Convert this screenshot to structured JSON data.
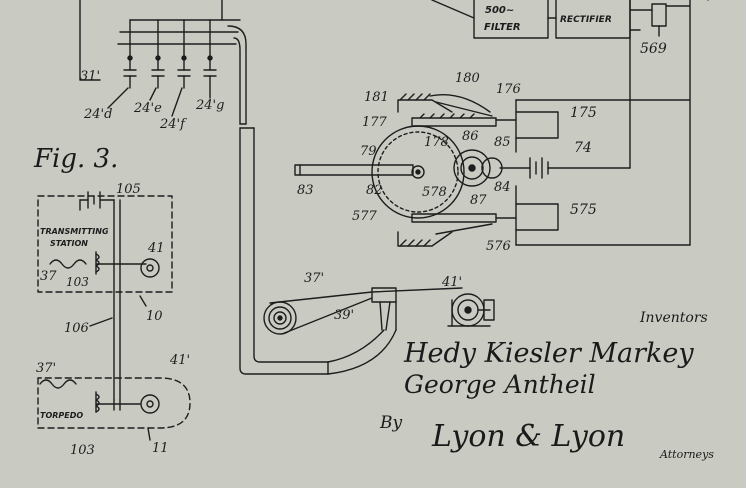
{
  "figure": {
    "fig_label": "Fig. 3.",
    "boxes": {
      "filter": [
        "500~",
        "FILTER"
      ],
      "rectifier": "RECTIFIER"
    },
    "station_labels": {
      "transmitting": [
        "TRANSMITTING",
        "STATION"
      ],
      "torpedo": "TORPEDO"
    },
    "ref_numerals": {
      "n569": "569",
      "n31p": "31'",
      "n24d": "24'd",
      "n24e": "24'e",
      "n24f": "24'f",
      "n24g": "24'g",
      "n180": "180",
      "n181": "181",
      "n176": "176",
      "n175": "175",
      "n177": "177",
      "n178": "178",
      "n86": "86",
      "n85": "85",
      "n79": "79",
      "n74": "74",
      "n83": "83",
      "n82": "82",
      "n578": "578",
      "n84": "84",
      "n87": "87",
      "n577": "577",
      "n575": "575",
      "n576": "576",
      "n105": "105",
      "n41": "41",
      "n37": "37",
      "n103": "103",
      "n10": "10",
      "n106": "106",
      "n37p_a": "37'",
      "n41p_a": "41'",
      "n39p": "39'",
      "n37p_b": "37'",
      "n41p_b": "41'",
      "n103b": "103",
      "n11": "11"
    },
    "inventors_caption": "Inventors",
    "inventor_1": "Hedy Kiesler Markey",
    "inventor_2": "George Antheil",
    "by": "By",
    "attorney_signature": "Lyon & Lyon",
    "attorney_caption": "Attorneys"
  }
}
